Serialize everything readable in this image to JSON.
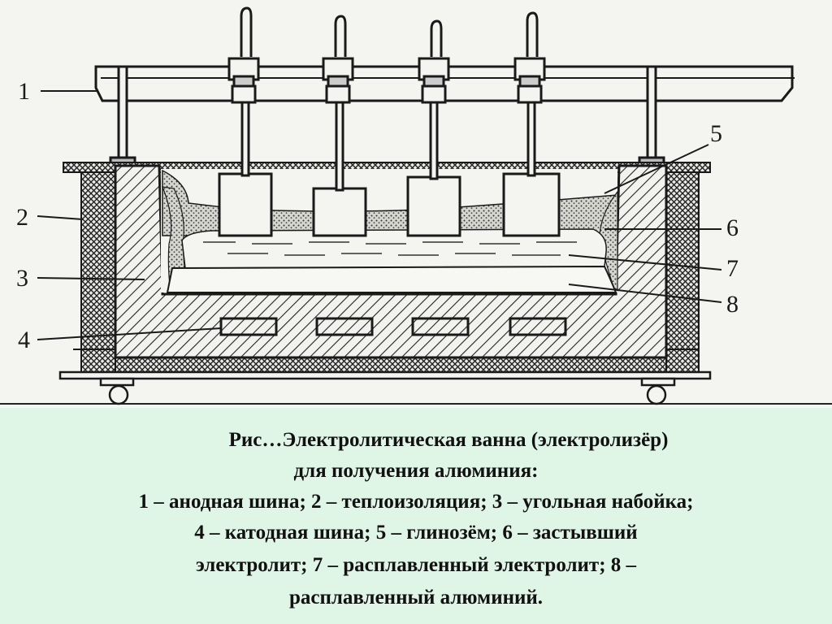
{
  "labels": {
    "l1": "1",
    "l2": "2",
    "l3": "3",
    "l4": "4",
    "l5": "5",
    "l6": "6",
    "l7": "7",
    "l8": "8"
  },
  "caption": {
    "line1": "Рис…Электролитическая ванна (электролизёр)",
    "line2": "для получения алюминия:",
    "line3": "1 – анодная шина; 2 – теплоизоляция; 3 – угольная набойка;",
    "line4": "4 – катодная шина; 5 – глинозём; 6 – застывший",
    "line5": "электролит; 7 – расплавленный электролит; 8 –",
    "line6": "расплавленный алюминий."
  },
  "colors": {
    "ink": "#1a1a1a",
    "paper": "#f4f4f1",
    "caption_bg": "#dff5e6"
  }
}
